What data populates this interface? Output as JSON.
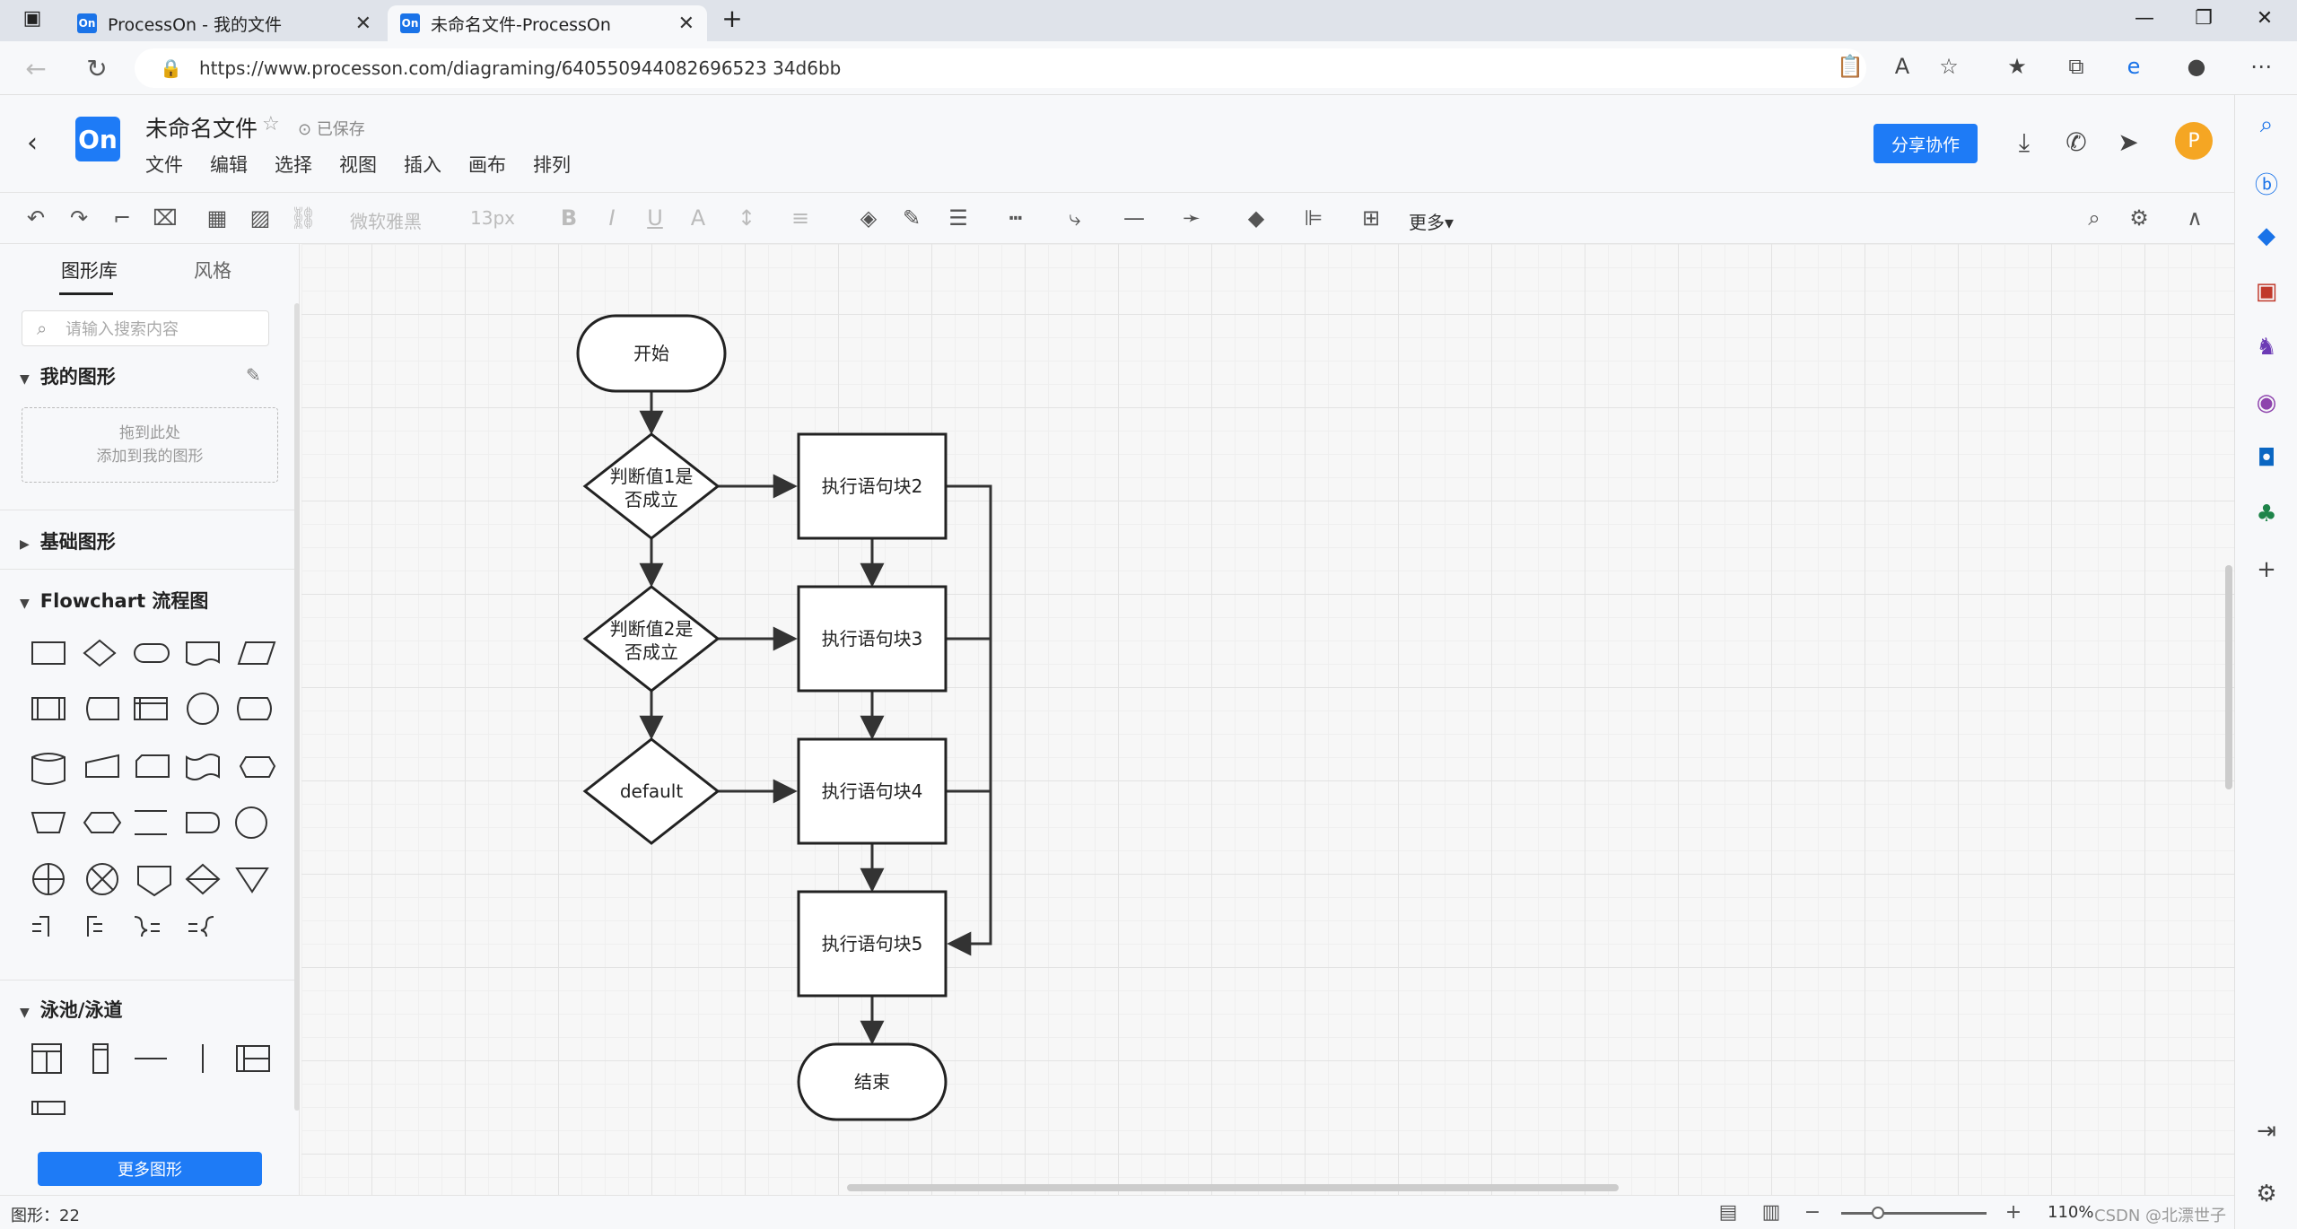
{
  "browser": {
    "tabs": [
      {
        "label": "ProcessOn - 我的文件",
        "favicon": "On",
        "active": false
      },
      {
        "label": "未命名文件-ProcessOn",
        "favicon": "On",
        "active": true
      }
    ],
    "url": "https://www.processon.com/diagraming/640550944082696523 34d6bb"
  },
  "app": {
    "logo": "On",
    "doc_title": "未命名文件",
    "save_status": "已保存",
    "menu": [
      "文件",
      "编辑",
      "选择",
      "视图",
      "插入",
      "画布",
      "排列"
    ],
    "share_label": "分享协作",
    "avatar_letter": "P",
    "accent_color": "#1e7bf6"
  },
  "toolbar": {
    "font_family": "微软雅黑",
    "font_size": "13px",
    "more_label": "更多"
  },
  "left_panel": {
    "tabs": [
      "图形库",
      "风格"
    ],
    "search_placeholder": "请输入搜索内容",
    "my_shapes": "我的图形",
    "drop_line1": "拖到此处",
    "drop_line2": "添加到我的图形",
    "basic_shapes": "基础图形",
    "flowchart": "Flowchart 流程图",
    "swimlane": "泳池/泳道",
    "more_shapes": "更多图形"
  },
  "diagram": {
    "start": "开始",
    "end": "结束",
    "decisions": [
      {
        "line1": "判断值1是",
        "line2": "否成立"
      },
      {
        "line1": "判断值2是",
        "line2": "否成立"
      },
      {
        "line1": "default",
        "line2": ""
      }
    ],
    "blocks": [
      "执行语句块2",
      "执行语句块3",
      "执行语句块4",
      "执行语句块5"
    ]
  },
  "status": {
    "shape_count": "图形：22",
    "zoom": "110%",
    "zoom_fraction": 0.25,
    "watermark": "CSDN @北漂世子徐风华"
  }
}
